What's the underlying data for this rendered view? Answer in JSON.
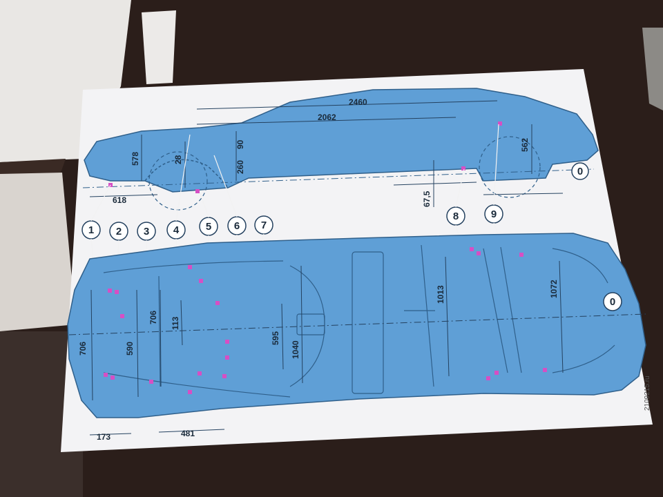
{
  "side_view": {
    "dimensions": [
      "2460",
      "2062",
      "578",
      "28",
      "90",
      "260",
      "618",
      "67,5",
      "562"
    ],
    "datum": "0"
  },
  "underbody_view": {
    "dimensions": [
      "706",
      "590",
      "706",
      "113",
      "595",
      "1040",
      "1013",
      "1072",
      "173",
      "481"
    ],
    "datum": "0"
  },
  "callouts": [
    "1",
    "2",
    "3",
    "4",
    "5",
    "6",
    "7",
    "8",
    "9"
  ],
  "watermark": "2109215.ru",
  "colors": {
    "body_fill": "#5f9fd6",
    "marker": "#d64fc4",
    "paper": "#f2f2f4"
  }
}
